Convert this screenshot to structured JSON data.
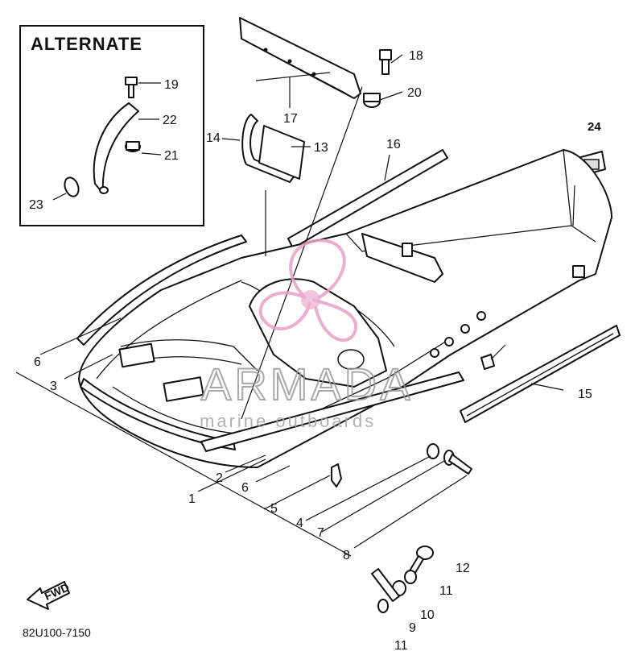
{
  "diagram": {
    "inset_title": "ALTERNATE",
    "drawing_code": "82U100-7150",
    "fwd_label": "FWD",
    "watermark": {
      "brand": "ARMADA",
      "tagline": "marine outboards",
      "accent_color": "#e8a0c8"
    },
    "callouts": {
      "c1": "1",
      "c2": "2",
      "c3": "3",
      "c4": "4",
      "c5": "5",
      "c6a": "6",
      "c6b": "6",
      "c7": "7",
      "c8": "8",
      "c9": "9",
      "c10": "10",
      "c11a": "11",
      "c11b": "11",
      "c12": "12",
      "c13": "13",
      "c14": "14",
      "c15": "15",
      "c16": "16",
      "c17": "17",
      "c18": "18",
      "c19": "19",
      "c20": "20",
      "c21": "21",
      "c22": "22",
      "c23": "23",
      "c24": "24"
    }
  }
}
